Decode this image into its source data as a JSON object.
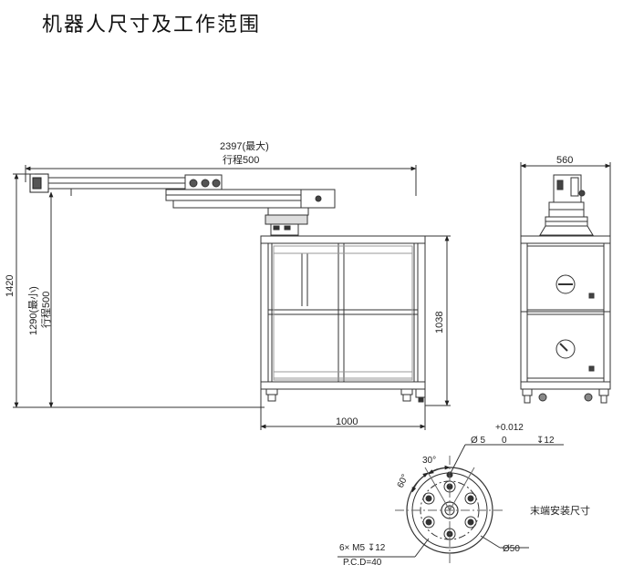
{
  "title": "机器人尺寸及工作范围",
  "dims": {
    "width_max": "2397(最大)",
    "width_stroke": "行程500",
    "side_width": "560",
    "total_height": "1420",
    "arm_height": "1290(最小)",
    "arm_stroke": "行程500",
    "frame_height": "1038",
    "frame_width": "1000"
  },
  "flange": {
    "tol": "+0.012",
    "tol_zero": "0",
    "hole_dia": "Ø 5",
    "hole_depth": "↧12",
    "angle_30": "30°",
    "angle_60": "60°",
    "bolt_spec": "6× M5 ↧12",
    "pcd": "P.C.D=40",
    "outer_dia": "Ø50",
    "caption": "末端安装尺寸"
  }
}
